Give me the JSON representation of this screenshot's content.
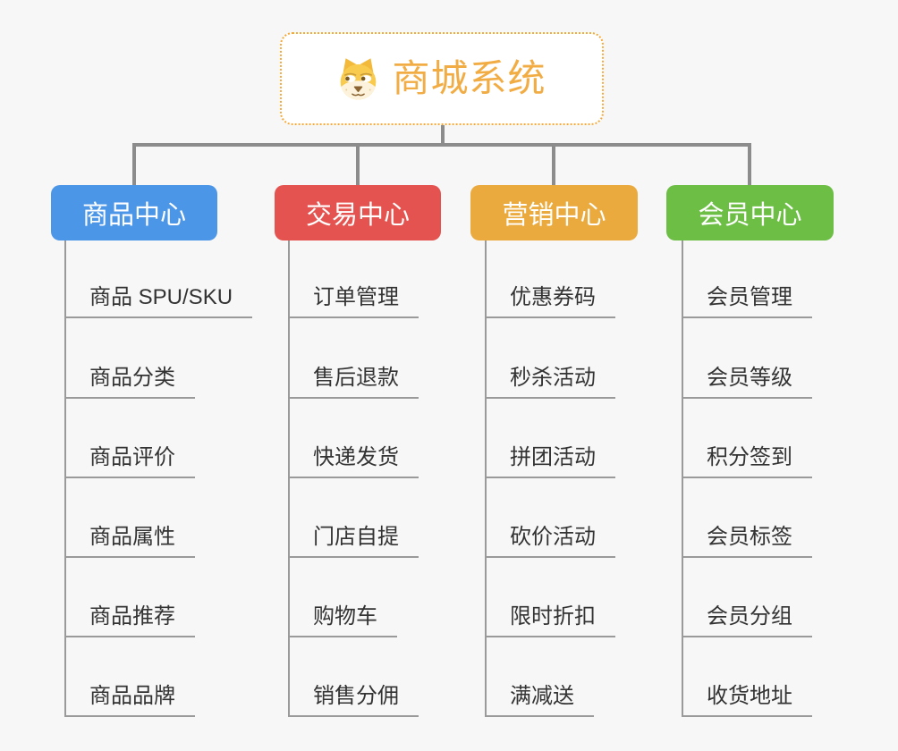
{
  "page": {
    "background_color": "#F7F7F7",
    "connector_color": "#8C8C8C",
    "branch_line_color": "#9A9A9A",
    "leaf_text_color": "#333333"
  },
  "root": {
    "title": "商城系统",
    "icon": "dog-face-icon",
    "title_color": "#F2AC44",
    "border_color": "#F5A938",
    "background": "#FFFFFF"
  },
  "branches": [
    {
      "label": "商品中心",
      "color": "#4C96E8",
      "children": [
        "商品 SPU/SKU",
        "商品分类",
        "商品评价",
        "商品属性",
        "商品推荐",
        "商品品牌"
      ]
    },
    {
      "label": "交易中心",
      "color": "#E4534F",
      "children": [
        "订单管理",
        "售后退款",
        "快递发货",
        "门店自提",
        "购物车",
        "销售分佣"
      ]
    },
    {
      "label": "营销中心",
      "color": "#EBAA3E",
      "children": [
        "优惠券码",
        "秒杀活动",
        "拼团活动",
        "砍价活动",
        "限时折扣",
        "满减送"
      ]
    },
    {
      "label": "会员中心",
      "color": "#6CBE44",
      "children": [
        "会员管理",
        "会员等级",
        "积分签到",
        "会员标签",
        "会员分组",
        "收货地址"
      ]
    }
  ]
}
